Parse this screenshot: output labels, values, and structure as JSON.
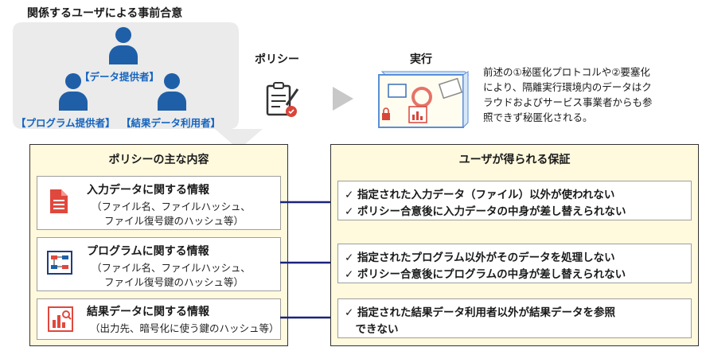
{
  "consensus": {
    "title": "関係するユーザによる事前合意",
    "data_provider": "【データ提供者】",
    "program_provider": "【プログラム提供者】",
    "result_user": "【結果データ利用者】"
  },
  "policy_label": "ポリシー",
  "exec_label": "実行",
  "exec_note_lines": [
    "前述の①秘匿化プロトコルや②要塞化",
    "により、隔離実行環境内のデータはク",
    "ラウドおよびサービス事業者からも参",
    "照できず秘匿化される。"
  ],
  "policy_panel": {
    "title": "ポリシーの主な内容",
    "items": [
      {
        "title": "入力データに関する情報",
        "sub1": "（ファイル名、ファイルハッシュ、",
        "sub2": "ファイル復号鍵のハッシュ等）"
      },
      {
        "title": "プログラムに関する情報",
        "sub1": "（ファイル名、ファイルハッシュ、",
        "sub2": "ファイル復号鍵のハッシュ等）"
      },
      {
        "title": "結果データに関する情報",
        "sub1": "（出力先、暗号化に使う鍵のハッシュ等）"
      }
    ]
  },
  "guarantee_panel": {
    "title": "ユーザが得られる保証",
    "items": [
      {
        "line1": "✓ 指定された入力データ（ファイル）以外が使われない",
        "line2": "✓ ポリシー合意後に入力データの中身が差し替えられない"
      },
      {
        "line1": "✓ 指定されたプログラム以外がそのデータを処理しない",
        "line2": "✓ ポリシー合意後にプログラムの中身が差し替えられない"
      },
      {
        "line1": "✓ 指定された結果データ利用者以外が結果データを参照",
        "line2": "　できない"
      }
    ]
  },
  "colors": {
    "accent": "#1f5fa8",
    "panel_bg": "#fff9dd",
    "icon_red": "#d9453a",
    "arrow": "#1a237e"
  }
}
